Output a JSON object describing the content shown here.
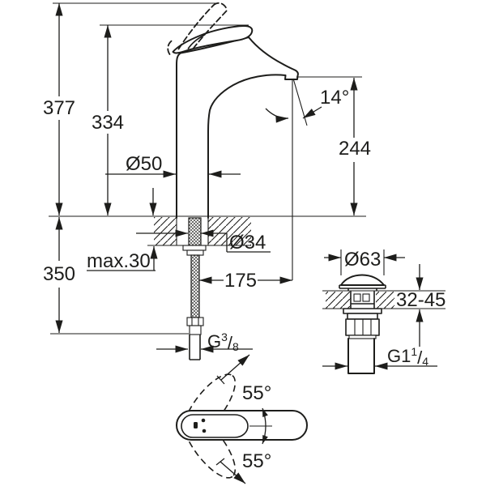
{
  "colors": {
    "line": "#1d1d1b",
    "background": "#ffffff"
  },
  "main_view": {
    "total_height": "377",
    "spout_top_height": "334",
    "outlet_height": "244",
    "body_diameter": "Ø50",
    "shank_diameter": "Ø34",
    "max_deck_thickness": "max.30",
    "hose_length": "350",
    "outlet_reach": "175",
    "outlet_angle": "14°",
    "supply_thread": {
      "g": "G",
      "sup": "3",
      "slash": "/",
      "sub": "8"
    }
  },
  "drain_view": {
    "flange_diameter": "Ø63",
    "deck_thickness_range": "32-45",
    "waste_thread": {
      "g": "G1",
      "sup": "1",
      "slash": "/",
      "sub": "4"
    }
  },
  "top_view": {
    "handle_angle_up": "55°",
    "handle_angle_down": "55°"
  }
}
